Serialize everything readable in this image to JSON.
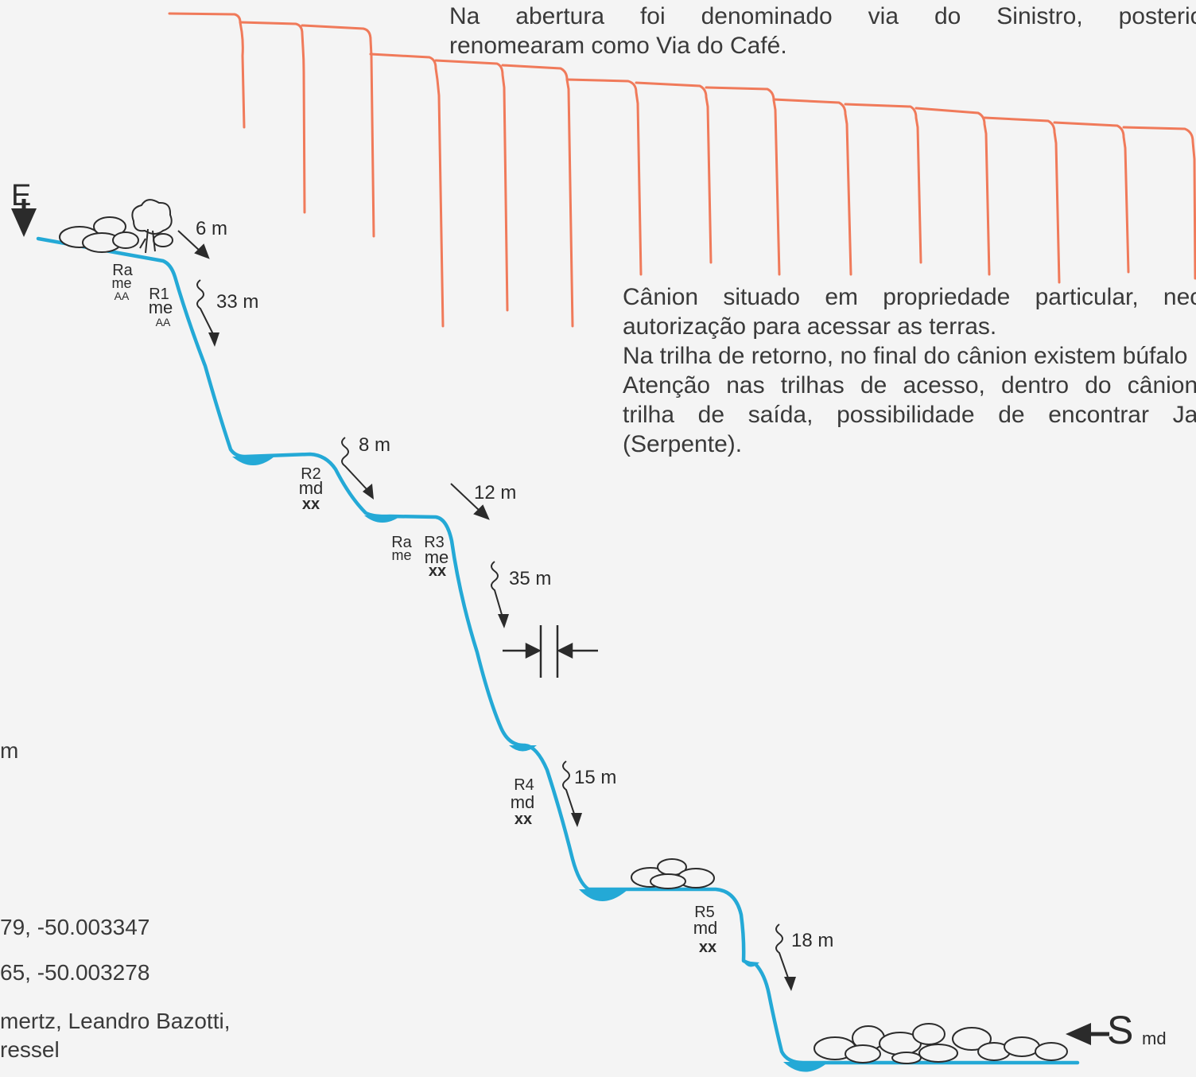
{
  "header_note": {
    "line1": "Na abertura foi denominado via do Sinistro, posteriorme",
    "line2": "renomearam como Via do Café."
  },
  "access_note": {
    "line1": "Cânion situado em propriedade particular, neces",
    "line2": "autorização para acessar as terras.",
    "line3": "Na trilha de retorno, no final do cânion existem búfalo",
    "line4": "Atenção nas trilhas de acesso, dentro do cânion e",
    "line5": "trilha de saída, possibilidade de encontrar Jarar",
    "line6": "(Serpente)."
  },
  "left_snippets": {
    "unit": "m",
    "coord1": "79, -50.003347",
    "coord2": "65, -50.003278",
    "credits1": "mertz, Leandro Bazotti,",
    "credits2": "ressel"
  },
  "entry": {
    "label": "E"
  },
  "exit": {
    "label": "S",
    "sub": "md"
  },
  "approach_distances": [
    {
      "label": "6 m"
    },
    {
      "label": "12 m"
    }
  ],
  "rappels": [
    {
      "name": "R1",
      "anchor": "me",
      "mark": "AA",
      "height": "33 m"
    },
    {
      "name": "R2",
      "anchor": "md",
      "mark": "xx",
      "height": "8 m"
    },
    {
      "name": "R3",
      "anchor": "me",
      "mark": "xx",
      "height": "35 m"
    },
    {
      "name": "R4",
      "anchor": "md",
      "mark": "xx",
      "height": "15 m"
    },
    {
      "name": "R5",
      "anchor": "md",
      "mark": "xx",
      "height": "18 m"
    }
  ],
  "anchors_extra": [
    {
      "name": "Ra",
      "anchor": "me",
      "mark": "AA"
    },
    {
      "name": "Ra",
      "anchor": "me"
    }
  ],
  "colors": {
    "topo_lines": "#f07a5a",
    "watercourse": "#24a9d6",
    "ink": "#2b2b2b",
    "background": "#f4f4f4"
  }
}
